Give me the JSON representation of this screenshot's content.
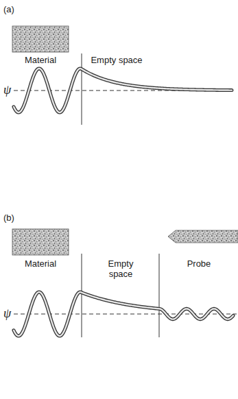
{
  "diagram": {
    "labels": [
      "(a)",
      "Material",
      "Empty space",
      "ψ",
      "(b)",
      "Material",
      "Empty space",
      "Probe",
      "ψ"
    ]
  }
}
